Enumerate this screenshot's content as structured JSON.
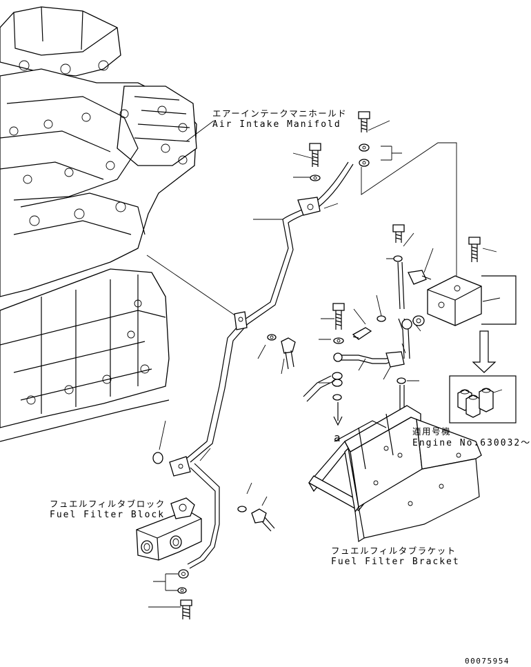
{
  "labels": {
    "air_intake_manifold": {
      "jp": "エアーインテークマニホールド",
      "en": "Air Intake Manifold"
    },
    "applicable_engine": {
      "jp": "適用号機",
      "en": "Engine No.630032〜"
    },
    "fuel_filter_block": {
      "jp": "フュエルフィルタブロック",
      "en": "Fuel Filter Block"
    },
    "fuel_filter_bracket": {
      "jp": "フュエルフィルタブラケット",
      "en": "Fuel Filter Bracket"
    },
    "reference_marker": "a",
    "drawing_number": "00075954"
  }
}
